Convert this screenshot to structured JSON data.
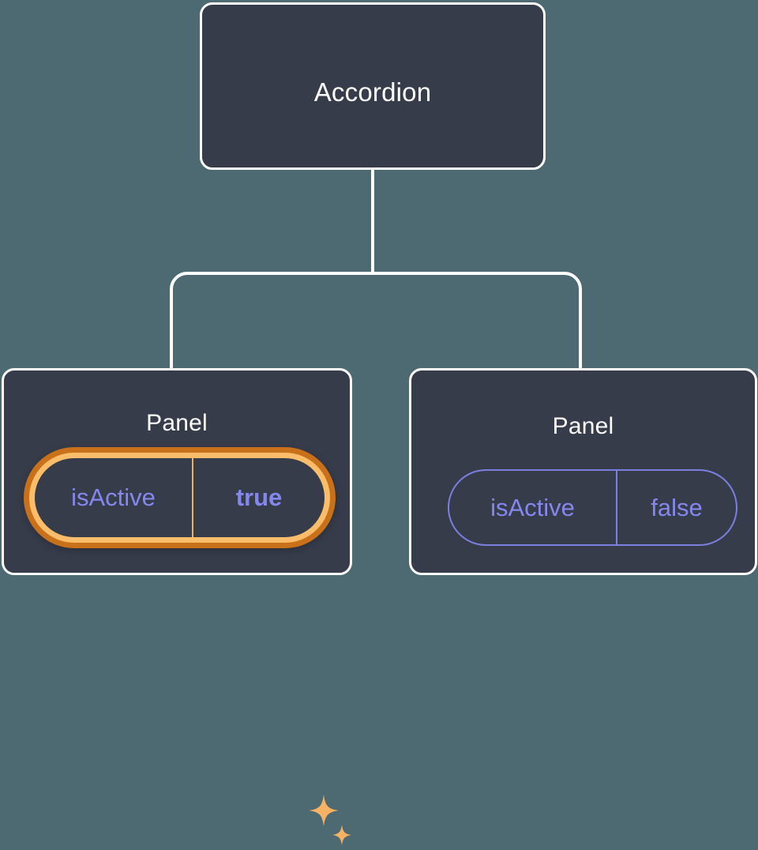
{
  "canvas": {
    "background_color": "#4d6a73",
    "node_fill_color": "#373c4b",
    "node_border_color": "#ffffff",
    "edge_color": "#ffffff",
    "prop_text_color": "#8488ee",
    "highlight_ring_outer_color": "#c8701a",
    "highlight_ring_inner_color": "#fbbd69",
    "sparkle_color": "#f5b263"
  },
  "tree": {
    "root": {
      "label": "Accordion"
    },
    "children": [
      {
        "label": "Panel",
        "highlighted": true,
        "prop": {
          "key": "isActive",
          "value": "true"
        },
        "decoration": "sparkles-icon"
      },
      {
        "label": "Panel",
        "highlighted": false,
        "prop": {
          "key": "isActive",
          "value": "false"
        }
      }
    ]
  }
}
